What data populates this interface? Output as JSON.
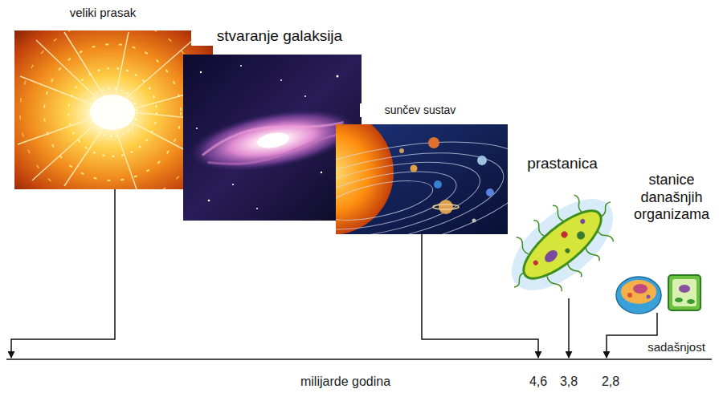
{
  "diagram": {
    "nodes": [
      {
        "text": [
          "veliki prasak"
        ]
      },
      {
        "text": [
          "stvaranje galaksija"
        ]
      },
      {
        "text": [
          "sunčev sustav"
        ]
      },
      {
        "text": [
          "prastanica"
        ]
      },
      {
        "text": [
          "stanice današnjih organizama"
        ]
      }
    ],
    "labels": [
      "sadašnjost",
      "milijarde godina",
      "4,6",
      "3,8",
      "2,8"
    ]
  }
}
